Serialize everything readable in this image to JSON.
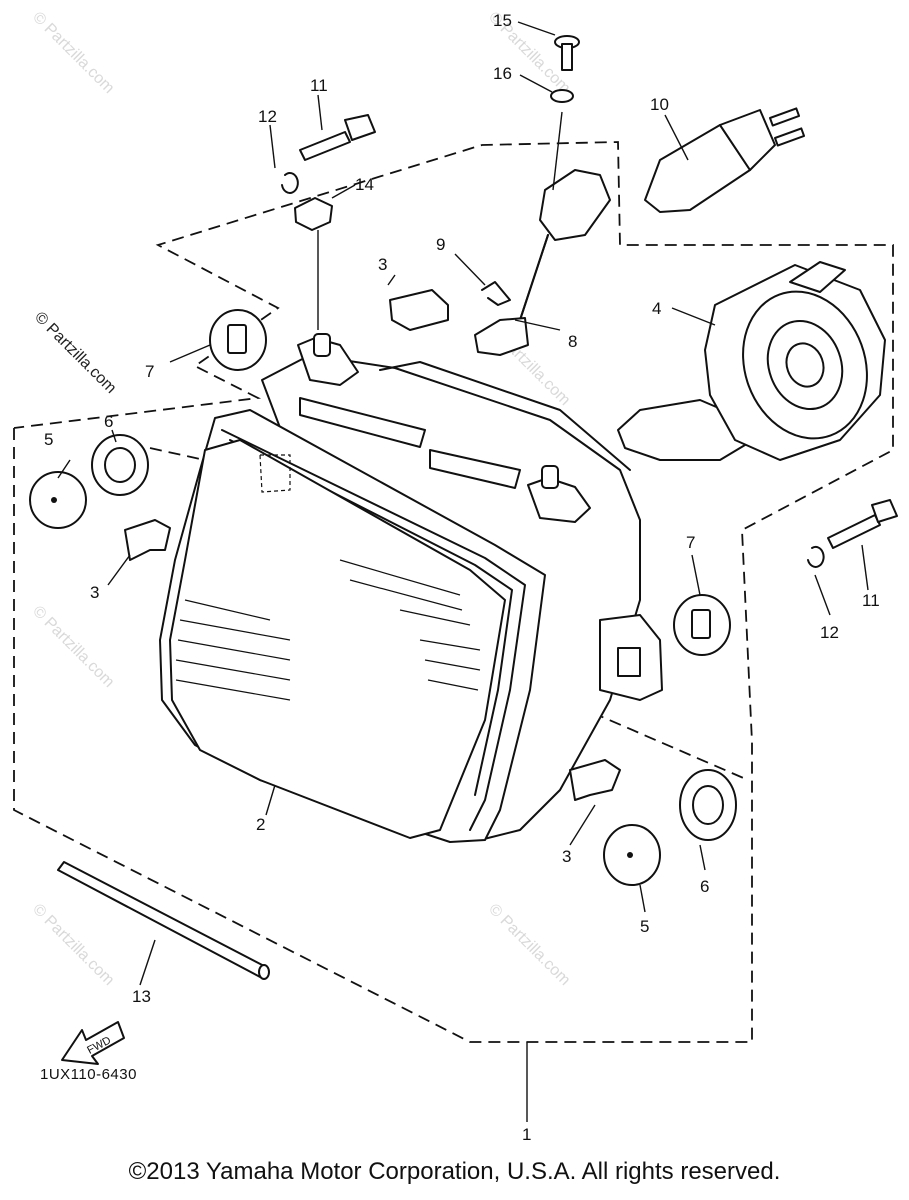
{
  "diagram": {
    "watermark": "© Partzilla.com",
    "code": "1UX110-6430",
    "fwd_label": "FWD",
    "copyright": "©2013  Yamaha Motor Corporation, U.S.A. All rights reserved.",
    "callouts": {
      "c1": "1",
      "c2": "2",
      "c3a": "3",
      "c3b": "3",
      "c3c": "3",
      "c4": "4",
      "c5a": "5",
      "c5b": "5",
      "c6a": "6",
      "c6b": "6",
      "c7a": "7",
      "c7b": "7",
      "c8": "8",
      "c9": "9",
      "c10": "10",
      "c11a": "11",
      "c11b": "11",
      "c12a": "12",
      "c12b": "12",
      "c13": "13",
      "c14": "14",
      "c15": "15",
      "c16": "16"
    }
  }
}
